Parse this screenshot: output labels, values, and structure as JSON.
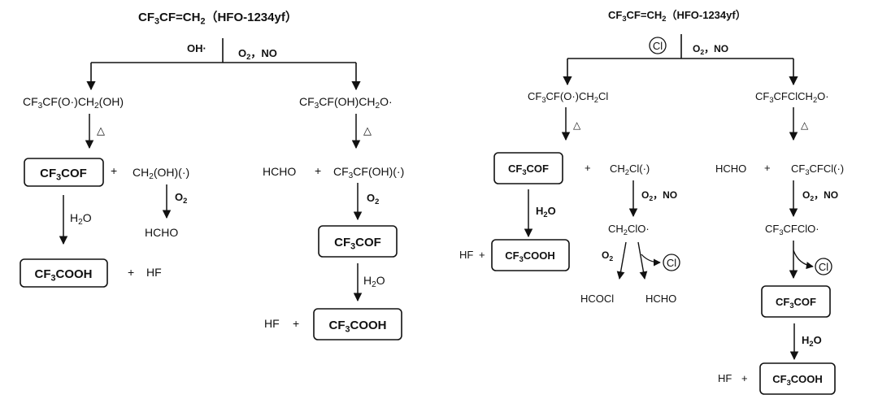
{
  "left": {
    "title": [
      {
        "t": "CF"
      },
      {
        "t": "3",
        "s": "sub"
      },
      {
        "t": "CF=CH"
      },
      {
        "t": "2",
        "s": "sub"
      },
      {
        "t": "（HFO-1234yf）"
      }
    ],
    "oxidant": "OH·",
    "conditions": [
      {
        "t": "O"
      },
      {
        "t": "2",
        "s": "sub"
      },
      {
        "t": "，NO"
      }
    ],
    "branch_a": {
      "radical": [
        {
          "t": "CF"
        },
        {
          "t": "3",
          "s": "sub"
        },
        {
          "t": "CF(O·)CH"
        },
        {
          "t": "2",
          "s": "sub"
        },
        {
          "t": "(OH)"
        }
      ],
      "heat": "△",
      "product": [
        {
          "t": "CF"
        },
        {
          "t": "3",
          "s": "sub"
        },
        {
          "t": "COF"
        }
      ],
      "plus": "+",
      "coproduct": [
        {
          "t": "CH"
        },
        {
          "t": "2",
          "s": "sub"
        },
        {
          "t": "(OH)(·)"
        }
      ],
      "coproduct_reagent": [
        {
          "t": "O"
        },
        {
          "t": "2",
          "s": "sub"
        }
      ],
      "coproduct_result": "HCHO",
      "hydrolysis": [
        {
          "t": "H"
        },
        {
          "t": "2",
          "s": "sub"
        },
        {
          "t": "O"
        }
      ],
      "acid": [
        {
          "t": "CF"
        },
        {
          "t": "3",
          "s": "sub"
        },
        {
          "t": "COOH"
        }
      ],
      "plus2": "+",
      "hf": "HF"
    },
    "branch_b": {
      "radical": [
        {
          "t": "CF"
        },
        {
          "t": "3",
          "s": "sub"
        },
        {
          "t": "CF(OH)CH"
        },
        {
          "t": "2",
          "s": "sub"
        },
        {
          "t": "O·"
        }
      ],
      "heat": "△",
      "hcho": "HCHO",
      "plus": "+",
      "intermediate": [
        {
          "t": "CF"
        },
        {
          "t": "3",
          "s": "sub"
        },
        {
          "t": "CF(OH)(·)"
        }
      ],
      "reagent": [
        {
          "t": "O"
        },
        {
          "t": "2",
          "s": "sub"
        }
      ],
      "product": [
        {
          "t": "CF"
        },
        {
          "t": "3",
          "s": "sub"
        },
        {
          "t": "COF"
        }
      ],
      "hydrolysis": [
        {
          "t": "H"
        },
        {
          "t": "2",
          "s": "sub"
        },
        {
          "t": "O"
        }
      ],
      "hf": "HF",
      "plus2": "+",
      "acid": [
        {
          "t": "CF"
        },
        {
          "t": "3",
          "s": "sub"
        },
        {
          "t": "COOH"
        }
      ]
    }
  },
  "right": {
    "title": [
      {
        "t": "CF"
      },
      {
        "t": "3",
        "s": "sub"
      },
      {
        "t": "CF=CH"
      },
      {
        "t": "2",
        "s": "sub"
      },
      {
        "t": "（HFO-1234yf）"
      }
    ],
    "oxidant": "Cl",
    "conditions": [
      {
        "t": "O"
      },
      {
        "t": "2",
        "s": "sub"
      },
      {
        "t": "，NO"
      }
    ],
    "branch_a": {
      "radical": [
        {
          "t": "CF"
        },
        {
          "t": "3",
          "s": "sub"
        },
        {
          "t": "CF(O·)CH"
        },
        {
          "t": "2",
          "s": "sub"
        },
        {
          "t": "Cl"
        }
      ],
      "heat": "△",
      "product": [
        {
          "t": "CF"
        },
        {
          "t": "3",
          "s": "sub"
        },
        {
          "t": "COF"
        }
      ],
      "plus": "+",
      "coproduct": [
        {
          "t": "CH"
        },
        {
          "t": "2",
          "s": "sub"
        },
        {
          "t": "Cl(·)"
        }
      ],
      "coproduct_reagent": [
        {
          "t": "O"
        },
        {
          "t": "2",
          "s": "sub"
        },
        {
          "t": "，NO"
        }
      ],
      "alkoxy": [
        {
          "t": "CH"
        },
        {
          "t": "2",
          "s": "sub"
        },
        {
          "t": "ClO·"
        }
      ],
      "alkoxy_reagent": [
        {
          "t": "O"
        },
        {
          "t": "2",
          "s": "sub"
        }
      ],
      "cl_release": "Cl",
      "hcocl": "HCOCl",
      "hcho": "HCHO",
      "hydrolysis": [
        {
          "t": "H"
        },
        {
          "t": "2",
          "s": "sub"
        },
        {
          "t": "O"
        }
      ],
      "hf": "HF",
      "plus2": "+",
      "acid": [
        {
          "t": "CF"
        },
        {
          "t": "3",
          "s": "sub"
        },
        {
          "t": "COOH"
        }
      ]
    },
    "branch_b": {
      "radical": [
        {
          "t": "CF"
        },
        {
          "t": "3",
          "s": "sub"
        },
        {
          "t": "CFClCH"
        },
        {
          "t": "2",
          "s": "sub"
        },
        {
          "t": "O·"
        }
      ],
      "heat": "△",
      "hcho": "HCHO",
      "plus": "+",
      "intermediate": [
        {
          "t": "CF"
        },
        {
          "t": "3",
          "s": "sub"
        },
        {
          "t": "CFCl(·)"
        }
      ],
      "reagent": [
        {
          "t": "O"
        },
        {
          "t": "2",
          "s": "sub"
        },
        {
          "t": "，NO"
        }
      ],
      "alkoxy": [
        {
          "t": "CF"
        },
        {
          "t": "3",
          "s": "sub"
        },
        {
          "t": "CFClO·"
        }
      ],
      "cl_release": "Cl",
      "product": [
        {
          "t": "CF"
        },
        {
          "t": "3",
          "s": "sub"
        },
        {
          "t": "COF"
        }
      ],
      "hydrolysis": [
        {
          "t": "H"
        },
        {
          "t": "2",
          "s": "sub"
        },
        {
          "t": "O"
        }
      ],
      "hf": "HF",
      "plus2": "+",
      "acid": [
        {
          "t": "CF"
        },
        {
          "t": "3",
          "s": "sub"
        },
        {
          "t": "COOH"
        }
      ]
    }
  }
}
